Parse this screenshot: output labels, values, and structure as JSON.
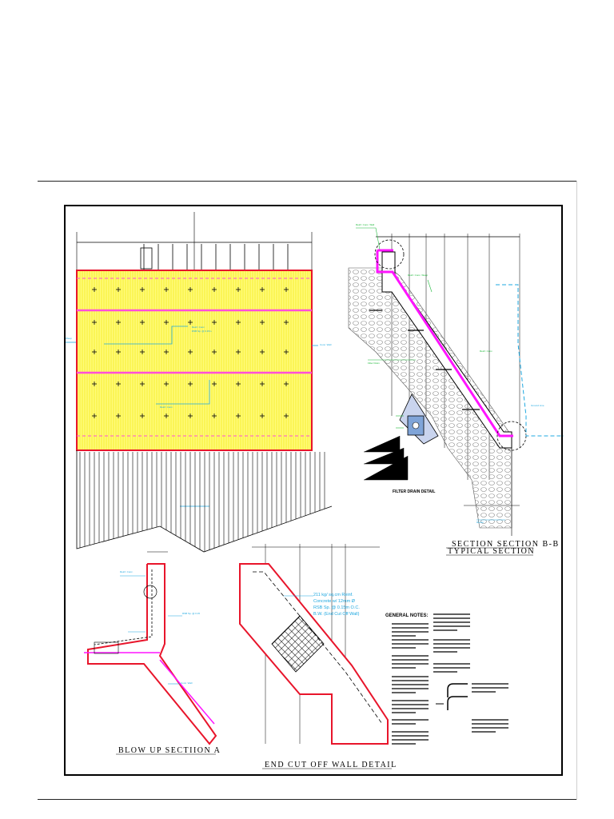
{
  "drawing": {
    "blowup_title": "BLOW UP SECTIION A",
    "endwall_title": "END CUT OFF WALL DETAIL",
    "section_title_1": "SECTION SECTION B-B",
    "section_title_2": "TYPICAL SECTION",
    "filter_title": "FILTER DRAIN DETAIL",
    "notes_title": "GENERAL NOTES:",
    "callout_lines": [
      "211 kg/ sq.cm Reinf.",
      "Concrete w/ 12mm Ø",
      "RSB Sp. @ 0.15m O.C.",
      "B.W. (End Cut Off Wall)"
    ]
  },
  "colors": {
    "rebar": "#e8152b",
    "pink_band": "#ff4fd8",
    "yellow_fill": "#fffb7a",
    "cyan_note": "#1fa8e0",
    "green_note": "#1db83a",
    "magenta_slope": "#ff14ff"
  }
}
